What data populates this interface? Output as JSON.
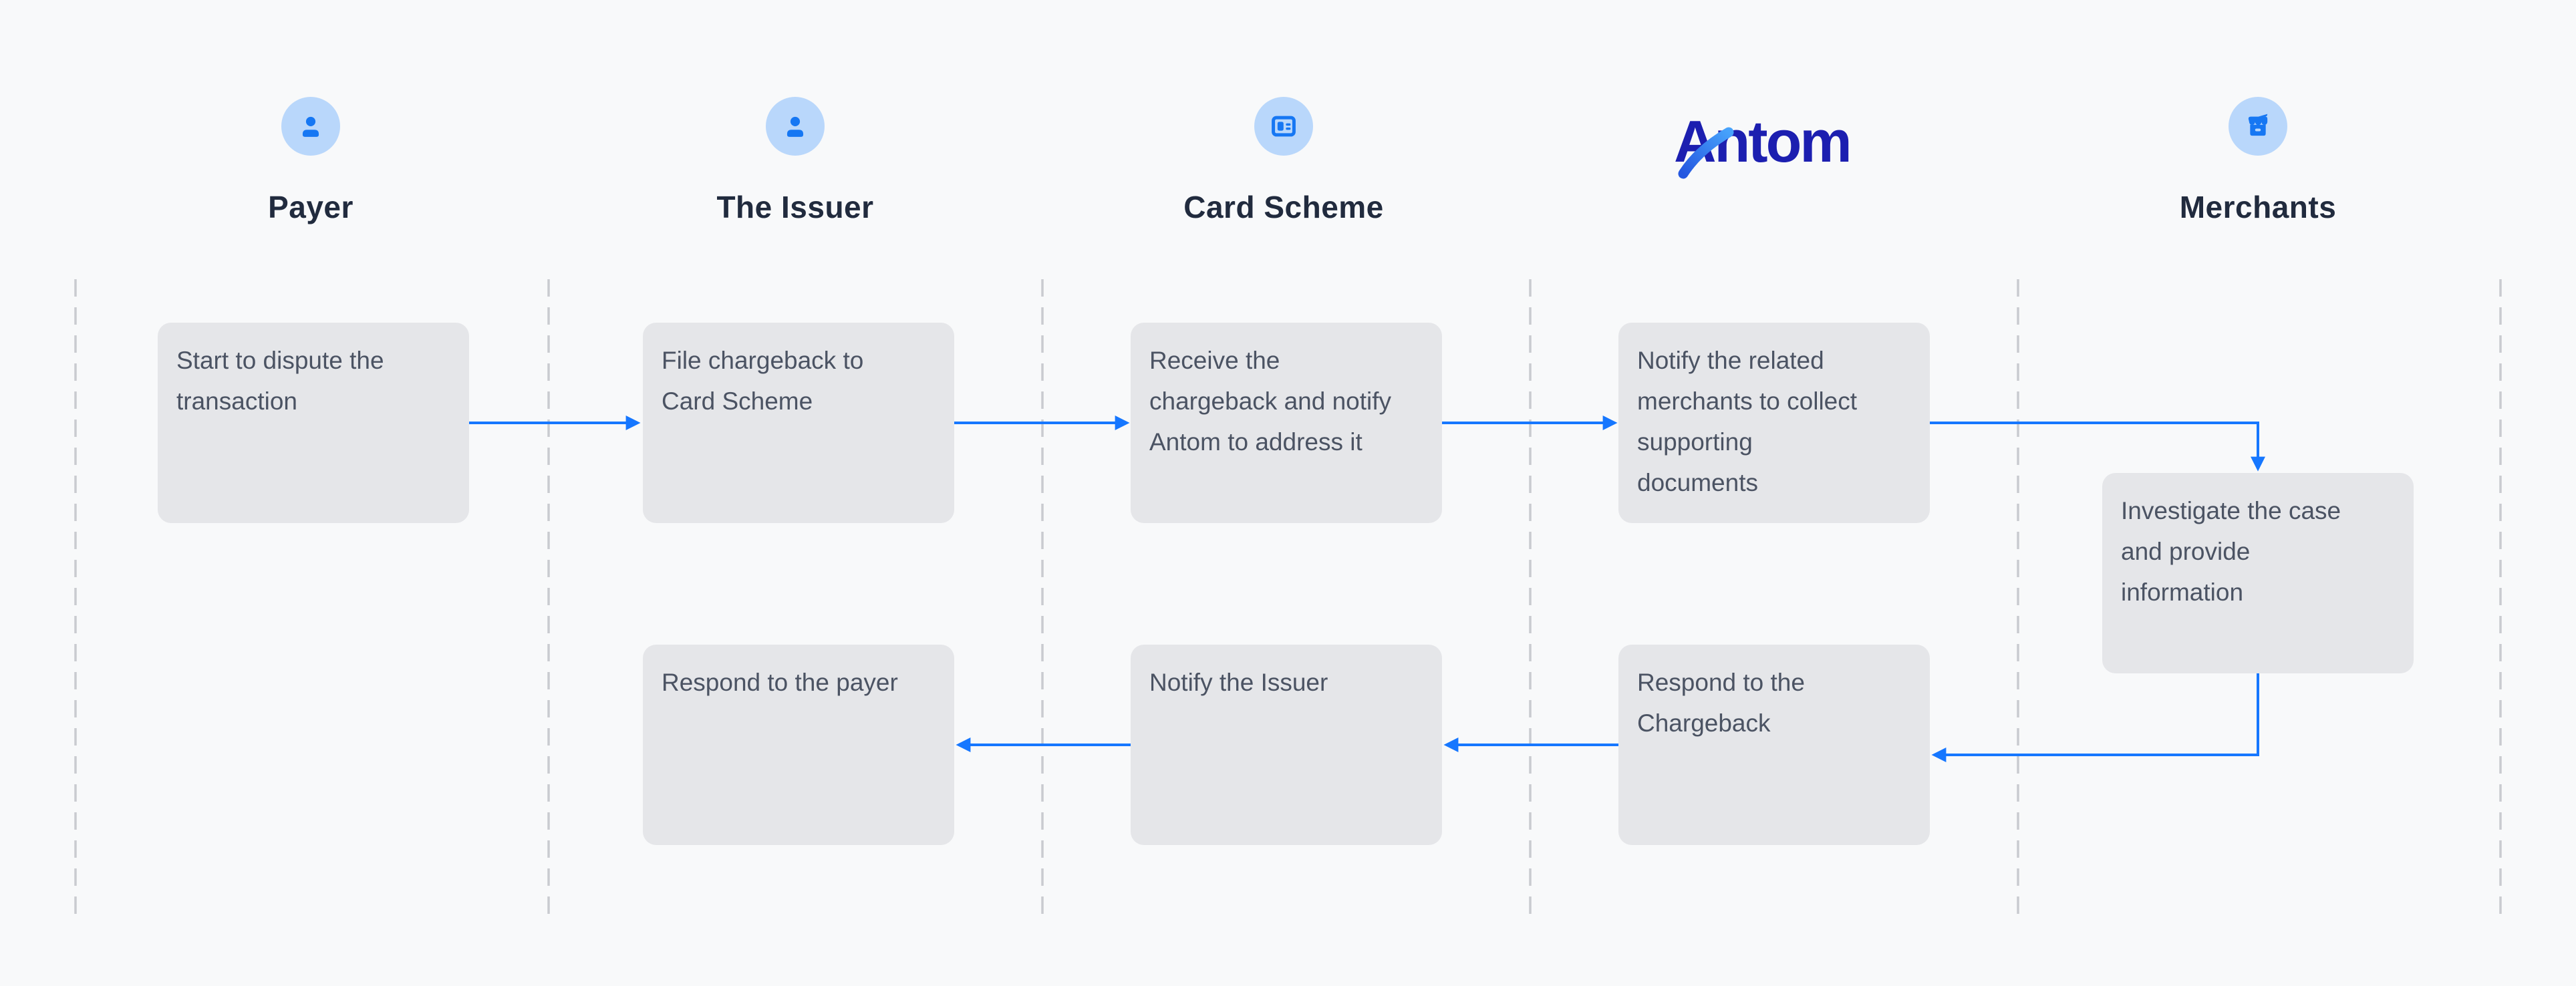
{
  "page": {
    "background": "#f8f9fa",
    "description_kind": "chargeback dispute swimlane flow diagram"
  },
  "colors": {
    "accent_blue": "#1677ff",
    "icon_circle": "#b9d7fb",
    "icon_glyph": "#1677f3",
    "box_bg": "#e5e6e9",
    "box_text": "#4b5363",
    "label_text": "#212b3e",
    "dash": "#c9cbd0",
    "logo_navy": "#1c1fb0",
    "logo_swoosh": "#2e8df5",
    "page_bg": "#f8f9fa"
  },
  "lanes": [
    {
      "label": "Payer",
      "icon": "user-icon"
    },
    {
      "label": "The Issuer",
      "icon": "user-icon"
    },
    {
      "label": "Card Scheme",
      "icon": "id-card-icon"
    },
    {
      "label": "Antom",
      "icon": "antom-logo"
    },
    {
      "label": "Merchants",
      "icon": "storefront-icon"
    }
  ],
  "steps": {
    "payer_dispute": "Start to dispute the\ntransaction",
    "issuer_file": "File chargeback to\nCard Scheme",
    "scheme_receive": "Receive the\nchargeback and notify\nAntom to address it",
    "antom_notify": "Notify the related\nmerchants to collect\nsupporting\ndocuments",
    "merchant_investigate": "Investigate the case\nand provide\ninformation",
    "issuer_respond": "Respond to the payer",
    "scheme_notify": "Notify the Issuer",
    "antom_respond": "Respond to the\nChargeback"
  },
  "flow": [
    {
      "from": "payer_dispute",
      "to": "issuer_file"
    },
    {
      "from": "issuer_file",
      "to": "scheme_receive"
    },
    {
      "from": "scheme_receive",
      "to": "antom_notify"
    },
    {
      "from": "antom_notify",
      "to": "merchant_investigate"
    },
    {
      "from": "merchant_investigate",
      "to": "antom_respond"
    },
    {
      "from": "antom_respond",
      "to": "scheme_notify"
    },
    {
      "from": "scheme_notify",
      "to": "issuer_respond"
    }
  ]
}
